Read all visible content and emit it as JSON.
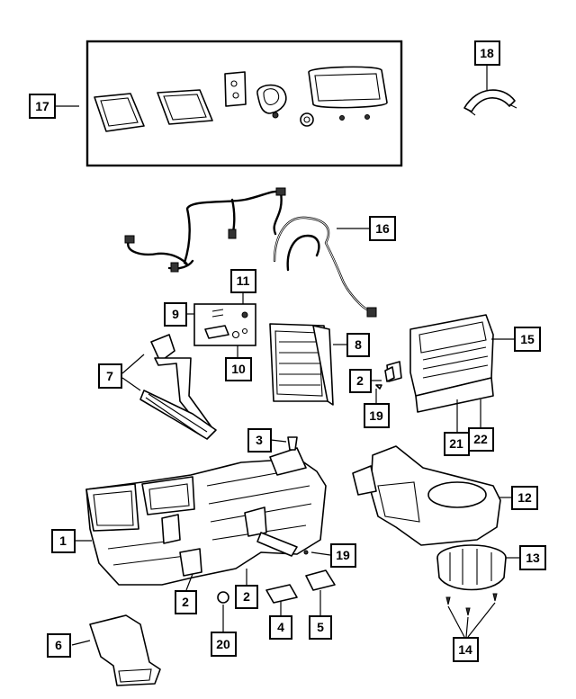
{
  "diagram": {
    "callouts": {
      "c1": "1",
      "c2a": "2",
      "c2b": "2",
      "c2c": "2",
      "c3": "3",
      "c4": "4",
      "c5": "5",
      "c6": "6",
      "c7": "7",
      "c8": "8",
      "c9": "9",
      "c10": "10",
      "c11": "11",
      "c12": "12",
      "c13": "13",
      "c14": "14",
      "c15": "15",
      "c16": "16",
      "c17": "17",
      "c18": "18",
      "c19a": "19",
      "c19b": "19",
      "c20": "20",
      "c21": "21",
      "c22": "22"
    }
  }
}
